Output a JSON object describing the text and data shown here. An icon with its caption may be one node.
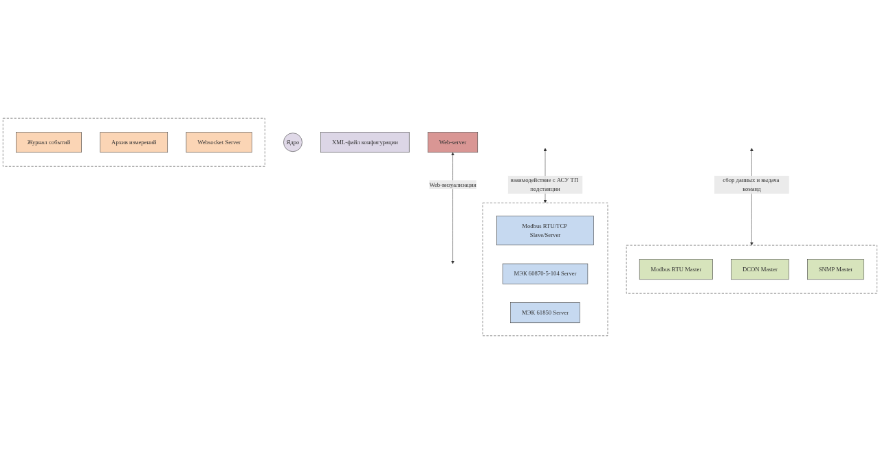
{
  "diagram": {
    "nodes": [
      {
        "text": [],
        "shape": "box"
      },
      {
        "text": [
          "Modbus RTU/TCP Slave/Server"
        ],
        "in": 0
      },
      {
        "text": [
          "МЭК 60870-5-104 Server"
        ],
        "in": 0
      },
      {
        "text": [
          "МЭК 61850 Server"
        ],
        "in": 0
      },
      {
        "text": [],
        "shape": "box"
      },
      {
        "text": [
          "Modbus RTU Master"
        ],
        "in": 4
      },
      {
        "text": [
          "DCON Master"
        ],
        "in": 4
      },
      {
        "text": [
          "SNMP Master"
        ],
        "in": 4
      },
      {
        "text": [
          "Ядро"
        ]
      },
      {
        "text": [
          "XML-файл конфигурации"
        ]
      },
      {
        "text": [],
        "shape": "box"
      },
      {
        "text": [
          "Журнал событий"
        ],
        "in": 10
      },
      {
        "text": [
          "Архив измерений"
        ],
        "in": 10
      },
      {
        "text": [
          "Websocket Server"
        ],
        "in": 10
      },
      {
        "text": [
          "Web-server"
        ]
      }
    ],
    "edges": [
      {
        "from": null,
        "to": 0,
        "arrow": "both",
        "label": "взаимодействие с АСУ ТП подстанции"
      },
      {
        "from": null,
        "to": 4,
        "arrow": "both",
        "label": "сбор данных и выдача команд"
      },
      {
        "from": 14,
        "to": null,
        "arrow": "both",
        "label": "Web-визуализация"
      }
    ]
  }
}
